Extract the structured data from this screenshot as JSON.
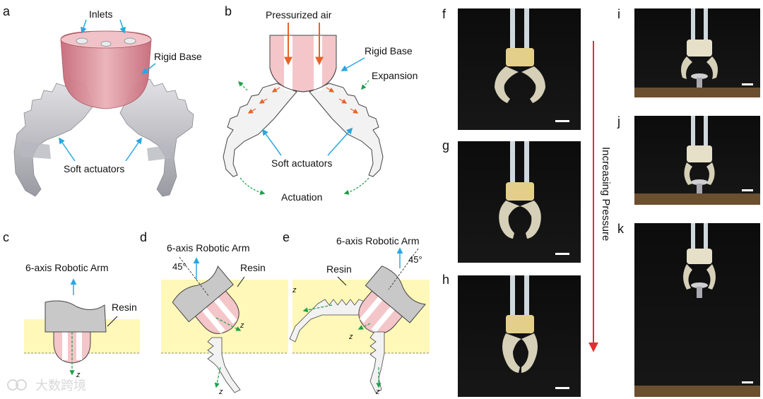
{
  "panel_letters": {
    "a": "a",
    "b": "b",
    "c": "c",
    "d": "d",
    "e": "e",
    "f": "f",
    "g": "g",
    "h": "h",
    "i": "i",
    "j": "j",
    "k": "k"
  },
  "panel_a": {
    "inlets": "Inlets",
    "rigid_base": "Rigid Base",
    "soft_actuators": "Soft actuators"
  },
  "panel_b": {
    "pressurized_air": "Pressurized air",
    "rigid_base": "Rigid Base",
    "expansion": "Expansion",
    "soft_actuators": "Soft actuators",
    "actuation": "Actuation"
  },
  "panel_c": {
    "arm": "6-axis Robotic Arm",
    "resin": "Resin",
    "axis": "z"
  },
  "panel_d": {
    "arm": "6-axis Robotic Arm",
    "angle": "45°",
    "resin": "Resin",
    "axis1": "z",
    "axis2": "z"
  },
  "panel_e": {
    "arm": "6-axis Robotic Arm",
    "angle": "45°",
    "resin": "Resin",
    "axis1": "z",
    "axis2": "z",
    "axis3": "z"
  },
  "arrow_label": "Increasing Pressure",
  "watermark": "大数跨境",
  "colors": {
    "air_arrow": "#e8622a",
    "blue_arrow": "#2aa7e0",
    "green_arrow": "#1ea04a",
    "resin": "#fff8b8",
    "pink": "#f4c6c9",
    "gray": "#c8c8c8",
    "red_arrow": "#e03030"
  }
}
